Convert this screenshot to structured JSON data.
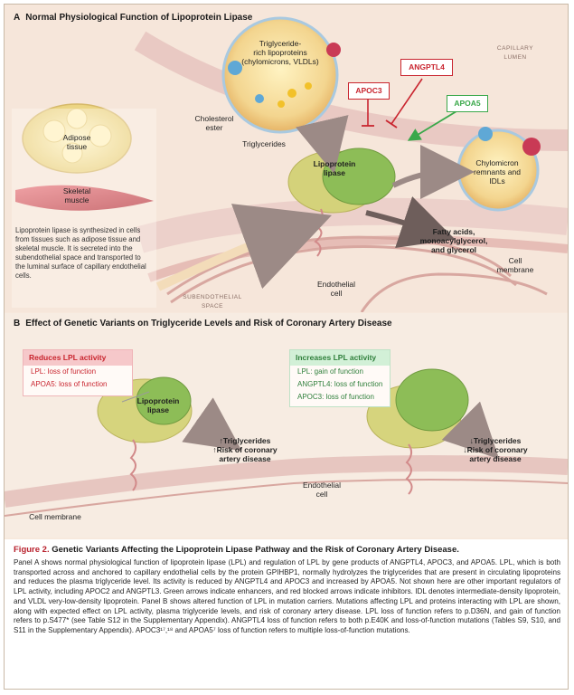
{
  "panel_a": {
    "letter": "A",
    "title": "Normal Physiological Function of Lipoprotein Lipase",
    "capillary_lumen": [
      "CAPILLARY",
      "LUMEN"
    ],
    "lipoprotein_label": [
      "Triglyceride-",
      "rich lipoproteins",
      "(chylomicrons, VLDLs)"
    ],
    "cholesterol_ester": [
      "Cholesterol",
      "ester"
    ],
    "triglycerides": "Triglycerides",
    "adipose_tissue": [
      "Adipose",
      "tissue"
    ],
    "skeletal_muscle": [
      "Skeletal",
      "muscle"
    ],
    "apoc3": "APOC3",
    "angptl4": "ANGPTL4",
    "apoa5": "APOA5",
    "lpl_label": [
      "Lipoprotein",
      "lipase"
    ],
    "remnants": [
      "Chylomicron",
      "remnants and",
      "IDLs"
    ],
    "products": [
      "Fatty acids,",
      "monoacylglycerol,",
      "and glycerol"
    ],
    "cell_membrane": [
      "Cell",
      "membrane"
    ],
    "endothelial_cell": [
      "Endothelial",
      "cell"
    ],
    "subendothelial": [
      "SUBENDOTHELIAL",
      "SPACE"
    ],
    "info_text": "Lipoprotein lipase is synthesized in cells from tissues such as adipose tissue and skeletal muscle. It is secreted into the subendothelial space and transported to the luminal surface of capillary endothelial cells."
  },
  "panel_b": {
    "letter": "B",
    "title": "Effect of Genetic Variants on Triglyceride Levels and Risk of Coronary Artery Disease",
    "reduces_title": "Reduces LPL activity",
    "reduces_items": [
      "LPL: loss of function",
      "APOA5: loss of function"
    ],
    "increases_title": "Increases LPL activity",
    "increases_items": [
      "LPL: gain of function",
      "ANGPTL4: loss of function",
      "APOC3: loss of function"
    ],
    "lpl_label": [
      "Lipoprotein",
      "lipase"
    ],
    "effect_left": [
      "↑Triglycerides",
      "↑Risk of coronary",
      "artery disease"
    ],
    "effect_right": [
      "↓Triglycerides",
      "↓Risk of coronary",
      "artery disease"
    ],
    "endothelial_cell": [
      "Endothelial",
      "cell"
    ],
    "cell_membrane": "Cell membrane"
  },
  "caption": {
    "figure_label": "Figure 2.",
    "title": "Genetic Variants Affecting the Lipoprotein Lipase Pathway and the Risk of Coronary Artery Disease.",
    "body": "Panel A shows normal physiological function of lipoprotein lipase (LPL) and regulation of LPL by gene products of ANGPTL4, APOC3, and APOA5. LPL, which is both transported across and anchored to capillary endothelial cells by the protein GPIHBP1, normally hydrolyzes the triglycerides that are present in circulating lipoproteins and reduces the plasma triglyceride level. Its activity is reduced by ANGPTL4 and APOC3 and increased by APOA5. Not shown here are other important regulators of LPL activity, including APOC2 and ANGPTL3. Green arrows indicate enhancers, and red blocked arrows indicate inhibitors. IDL denotes intermediate-density lipoprotein, and VLDL very-low-density lipoprotein. Panel B shows altered function of LPL in mutation carriers. Mutations affecting LPL and proteins interacting with LPL are shown, along with expected effect on LPL activity, plasma triglyceride levels, and risk of coronary artery disease. LPL loss of function refers to p.D36N, and gain of function refers to p.S477* (see Table S12 in the Supplementary Appendix). ANGPTL4 loss of function refers to both p.E40K and loss-of-function mutations (Tables S9, S10, and S11 in the Supplementary Appendix). APOC3¹⁷,¹⁸ and APOA5⁷ loss of function refers to multiple loss-of-function mutations."
  },
  "colors": {
    "inhibitor": "#c9252f",
    "enhancer": "#3aa84a",
    "lpl_yellow": "#d8d67a",
    "lpl_green": "#8fbf57",
    "vessel": "#e8c2bf"
  }
}
